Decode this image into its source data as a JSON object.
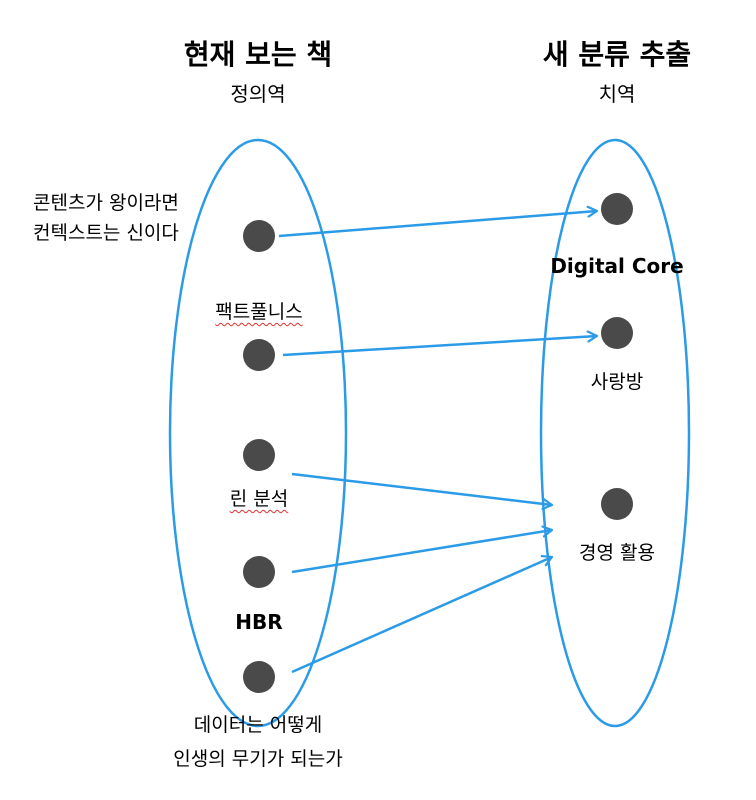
{
  "colors": {
    "accent": "#2b9be8",
    "node": "#4a4a4a"
  },
  "left": {
    "title": "현재 보는 책",
    "subtitle": "정의역",
    "items": {
      "content": "콘텐츠가 왕이라면\n컨텍스트는 신이다",
      "factfulness": "팩트풀니스",
      "lean": "린 분석",
      "hbr": "HBR",
      "data": "데이터는 어떻게\n인생의 무기가 되는가"
    }
  },
  "right": {
    "title": "새 분류 추출",
    "subtitle": "치역",
    "items": {
      "digital": "Digital Core",
      "sarangbang": "사랑방",
      "management": "경영 활용"
    }
  }
}
